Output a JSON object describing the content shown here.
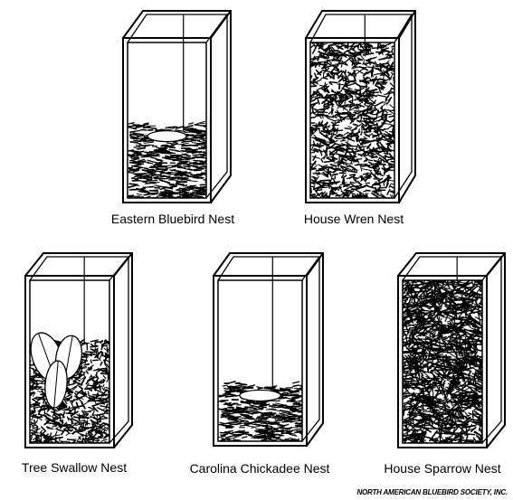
{
  "nests": [
    {
      "id": "eastern-bluebird",
      "label": "Eastern Bluebird Nest",
      "fill_level": 0.48
    },
    {
      "id": "house-wren",
      "label": "House Wren Nest",
      "fill_level": 0.98
    },
    {
      "id": "tree-swallow",
      "label": "Tree Swallow Nest",
      "fill_level": 0.63
    },
    {
      "id": "carolina-chickadee",
      "label": "Carolina Chickadee Nest",
      "fill_level": 0.37
    },
    {
      "id": "house-sparrow",
      "label": "House Sparrow Nest",
      "fill_level": 1.0
    }
  ],
  "credit": "NORTH AMERICAN BLUEBIRD SOCIETY, INC.",
  "colors": {
    "ink": "#000000",
    "background": "#ffffff"
  }
}
